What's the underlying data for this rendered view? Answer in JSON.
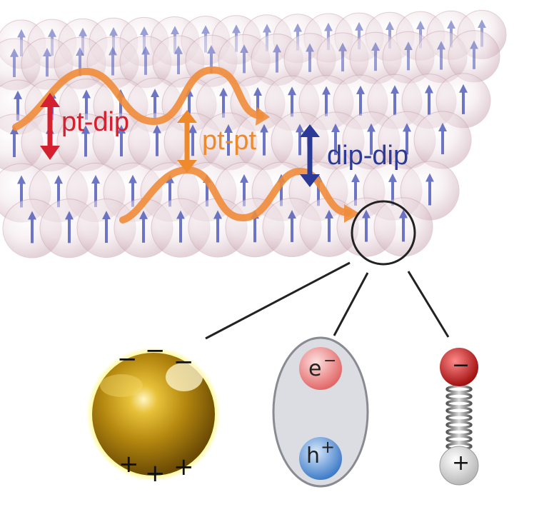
{
  "interaction_labels": {
    "pt_dip": "pt-dip",
    "pt_pt": "pt-pt",
    "dip_dip": "dip-dip"
  },
  "colors": {
    "pt_dip": "#d4202f",
    "pt_pt": "#ef8a2c",
    "dip_dip": "#2b3a96",
    "wave": "#f08c3a",
    "sphere": "#e8cfd6",
    "dipole_arrow": "#4a56b8",
    "gold": "#c9a214",
    "gold_glow": "#f5e800",
    "electron": "#e57272",
    "hole": "#4a86cf",
    "exciton_shell": "#dcdde2",
    "dipole_neg": "#c41b1b",
    "dipole_pos": "#f0f0f0"
  },
  "particles": {
    "gold_nanoparticle": {
      "minus_signs": [
        "−",
        "−",
        "−"
      ],
      "plus_signs": [
        "+",
        "+",
        "+"
      ]
    },
    "exciton": {
      "electron": "e",
      "electron_charge": "−",
      "hole": "h",
      "hole_charge": "+"
    },
    "molecular_dipole": {
      "negative": "−",
      "positive": "+"
    }
  }
}
